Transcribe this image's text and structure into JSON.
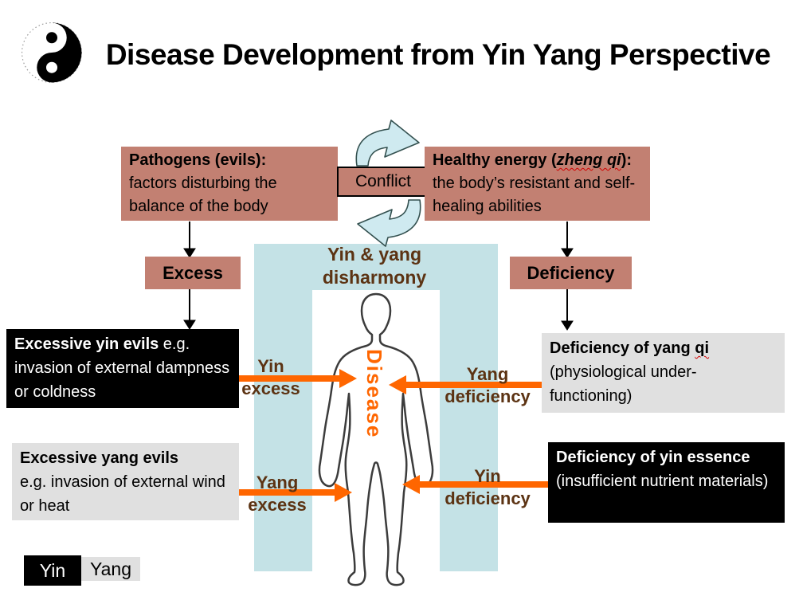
{
  "title": "Disease Development from Yin Yang Perspective",
  "icons": {
    "yin_yang": "yin-yang-symbol"
  },
  "colors": {
    "rose": "#c28072",
    "panel_cyan": "#c4e2e6",
    "arrow_cyan": "#cfeaf0",
    "orange": "#ff6600",
    "brown": "#5c3313",
    "light_gray": "#e0e0e0"
  },
  "top_flow": {
    "pathogens_bold": "Pathogens (evils):",
    "pathogens_rest": "factors disturbing the balance of the body",
    "conflict": "Conflict",
    "healthy_bold1": "Healthy energy (",
    "healthy_italic": "zheng qi",
    "healthy_bold2": "): ",
    "healthy_rest": "the body’s resistant and self-healing abilities",
    "excess": "Excess",
    "deficiency": "Deficiency"
  },
  "center": {
    "disharmony": "Yin & yang disharmony",
    "disease": "Disease"
  },
  "side_boxes": {
    "excessive_yin_bold": "Excessive yin evils",
    "excessive_yin_rest": " e.g. invasion of external dampness or coldness",
    "excessive_yang_bold": "Excessive yang evils",
    "excessive_yang_rest": "e.g. invasion of external wind or heat",
    "deficiency_yang_bold": "Deficiency of yang ",
    "deficiency_yang_qi": "qi",
    "deficiency_yang_rest": " (physiological under-functioning)",
    "deficiency_yin_bold": "Deficiency of yin essence",
    "deficiency_yin_rest": " (insufficient nutrient materials)"
  },
  "arrow_labels": {
    "yin_excess_1": "Yin",
    "yin_excess_2": "excess",
    "yang_deficiency_1": "Yang",
    "yang_deficiency_2": "deficiency",
    "yang_excess_1": "Yang",
    "yang_excess_2": "excess",
    "yin_deficiency_1": "Yin",
    "yin_deficiency_2": "deficiency"
  },
  "legend": {
    "yin": "Yin",
    "yang": "Yang"
  }
}
